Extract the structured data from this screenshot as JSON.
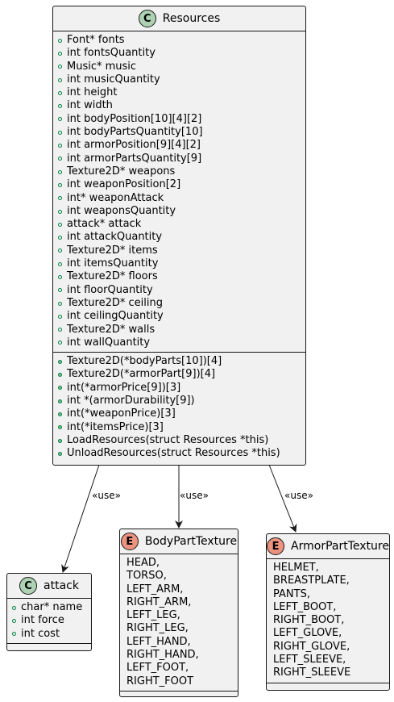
{
  "classes": {
    "resources": {
      "name": "Resources",
      "stereotype": "C",
      "fields": [
        "Font* fonts",
        "int fontsQuantity",
        "Music* music",
        "int musicQuantity",
        "int height",
        "int width",
        "int bodyPosition[10][4][2]",
        "int bodyPartsQuantity[10]",
        "int armorPosition[9][4][2]",
        "int armorPartsQuantity[9]",
        "Texture2D* weapons",
        "int weaponPosition[2]",
        "int* weaponAttack",
        "int weaponsQuantity",
        "attack* attack",
        "int attackQuantity",
        "Texture2D* items",
        "int itemsQuantity",
        "Texture2D* floors",
        "int floorQuantity",
        "Texture2D* ceiling",
        "int ceilingQuantity",
        "Texture2D* walls",
        "int wallQuantity"
      ],
      "methods": [
        "Texture2D(*bodyParts[10])[4]",
        "Texture2D(*armorPart[9])[4]",
        "int(*armorPrice[9])[3]",
        "int *(armorDurability[9])",
        "int(*weaponPrice)[3]",
        "int(*itemsPrice)[3]",
        "LoadResources(struct Resources *this)",
        "UnloadResources(struct Resources *this)"
      ]
    },
    "attack": {
      "name": "attack",
      "stereotype": "C",
      "fields": [
        "char* name",
        "int force",
        "int cost"
      ]
    },
    "body_part_texture": {
      "name": "BodyPartTexture",
      "stereotype": "E",
      "values": [
        "HEAD,",
        "TORSO,",
        "LEFT_ARM,",
        "RIGHT_ARM,",
        "LEFT_LEG,",
        "RIGHT_LEG,",
        "LEFT_HAND,",
        "RIGHT_HAND,",
        "LEFT_FOOT,",
        "RIGHT_FOOT"
      ]
    },
    "armor_part_texture": {
      "name": "ArmorPartTexture",
      "stereotype": "E",
      "values": [
        "HELMET,",
        "BREASTPLATE,",
        "PANTS,",
        "LEFT_BOOT,",
        "RIGHT_BOOT,",
        "LEFT_GLOVE,",
        "RIGHT_GLOVE,",
        "LEFT_SLEEVE,",
        "RIGHT_SLEEVE"
      ]
    }
  },
  "relations": [
    {
      "from": "Resources",
      "to": "attack",
      "label": "«use»"
    },
    {
      "from": "Resources",
      "to": "BodyPartTexture",
      "label": "«use»"
    },
    {
      "from": "Resources",
      "to": "ArmorPartTexture",
      "label": "«use»"
    }
  ],
  "colors": {
    "class_badge": "#add1b2",
    "enum_badge": "#eb937f",
    "box_fill": "#f1f1f1",
    "border": "#181818"
  }
}
